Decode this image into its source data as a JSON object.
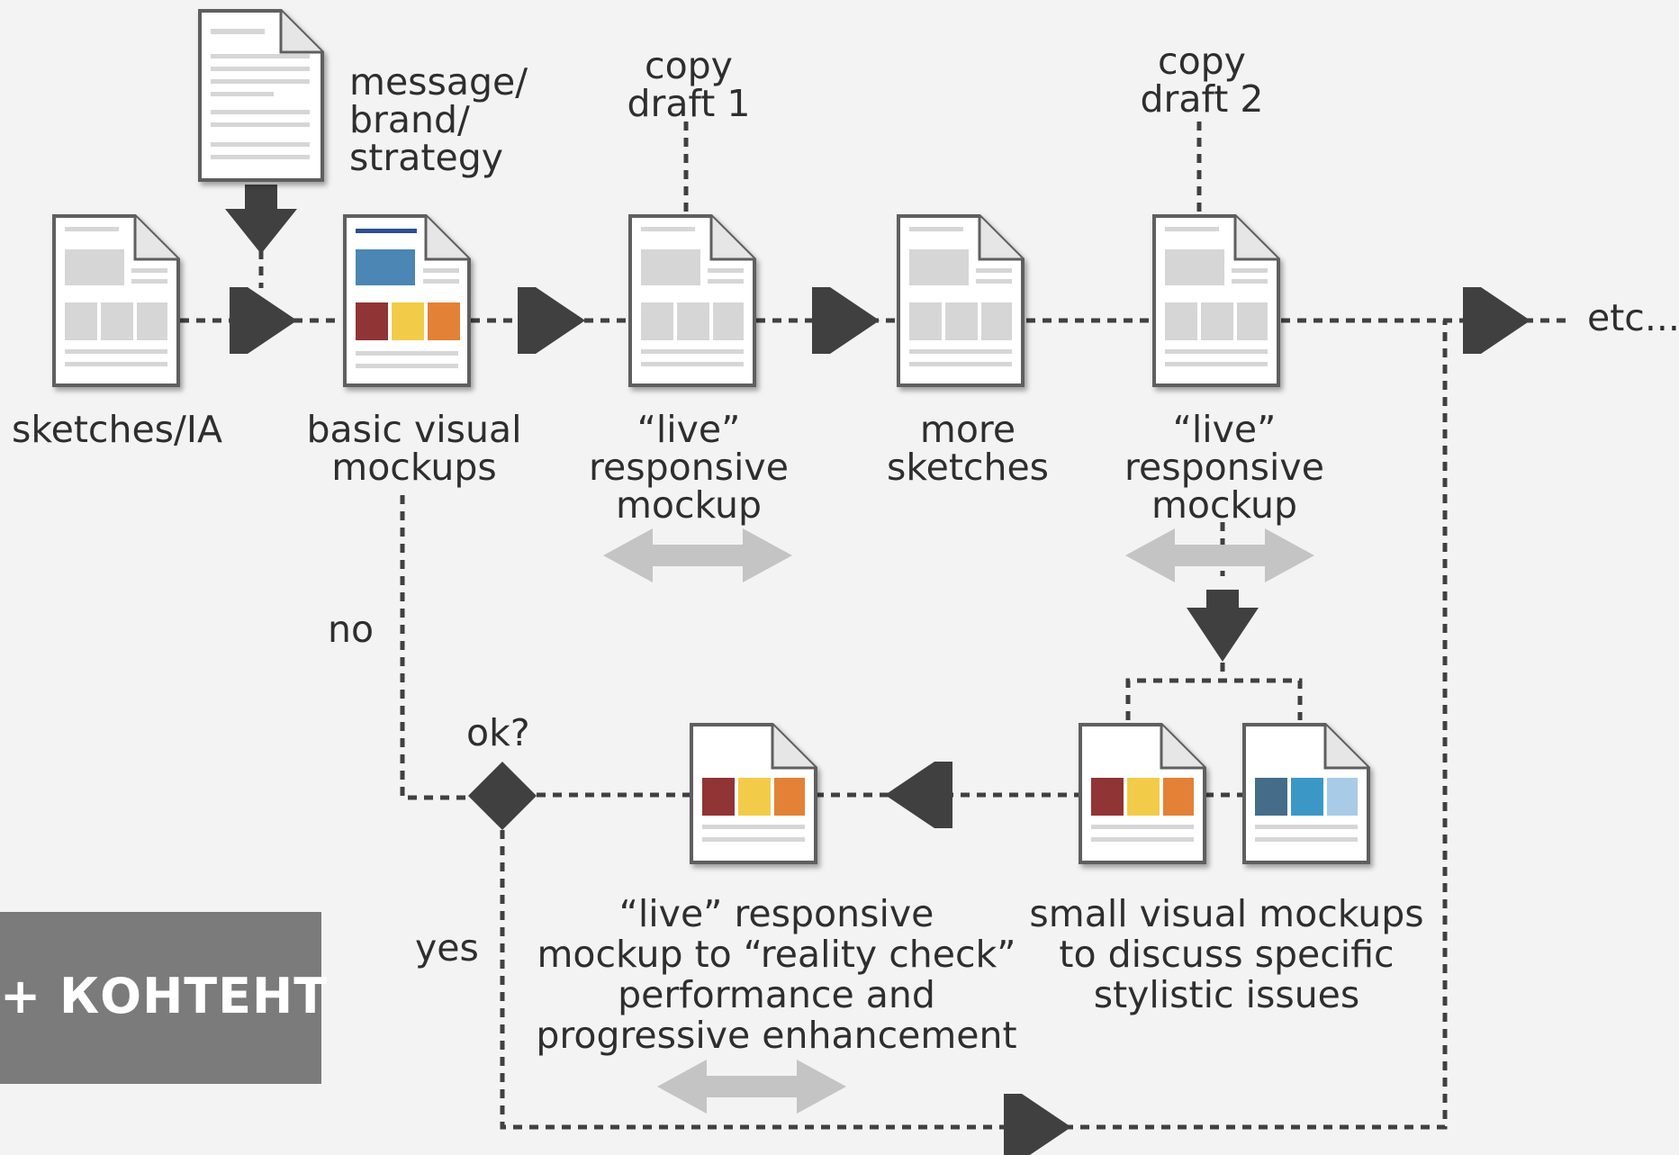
{
  "labels": {
    "message": "message/\nbrand/\nstrategy",
    "copy1": "copy\ndraft 1",
    "copy2": "copy\ndraft 2",
    "sketches": "sketches/IA",
    "basic": "basic visual\nmockups",
    "live1": "“live”\nresponsive\nmockup",
    "more": "more\nsketches",
    "live2": "“live”\nresponsive\nmockup",
    "etc": "etc...",
    "no": "no",
    "ok": "ok?",
    "yes": "yes",
    "live_reality": "“live” responsive\nmockup to “reality check”\nperformance and\nprogressive enhancement",
    "small": "small visual mockups\nto discuss specific\nstylistic issues"
  },
  "overlay": {
    "text": "+ КОНТЕНТ"
  },
  "colors": {
    "background": "#f3f3f3",
    "dark": "#404040",
    "gray_arrow": "#c4c4c4",
    "doc_fill": "#ffffff",
    "doc_border": "#5f5f5f",
    "placeholder": "#d6d6d6",
    "accent_blue": "#4b86b4",
    "accent_navy": "#2e4f8f",
    "red": "#913436",
    "yellow": "#f2cc48",
    "orange": "#e38137",
    "teal_dark": "#456d89",
    "teal": "#3b98c6",
    "light_blue": "#a8cbe8",
    "overlay_bg": "#7b7b7b"
  }
}
